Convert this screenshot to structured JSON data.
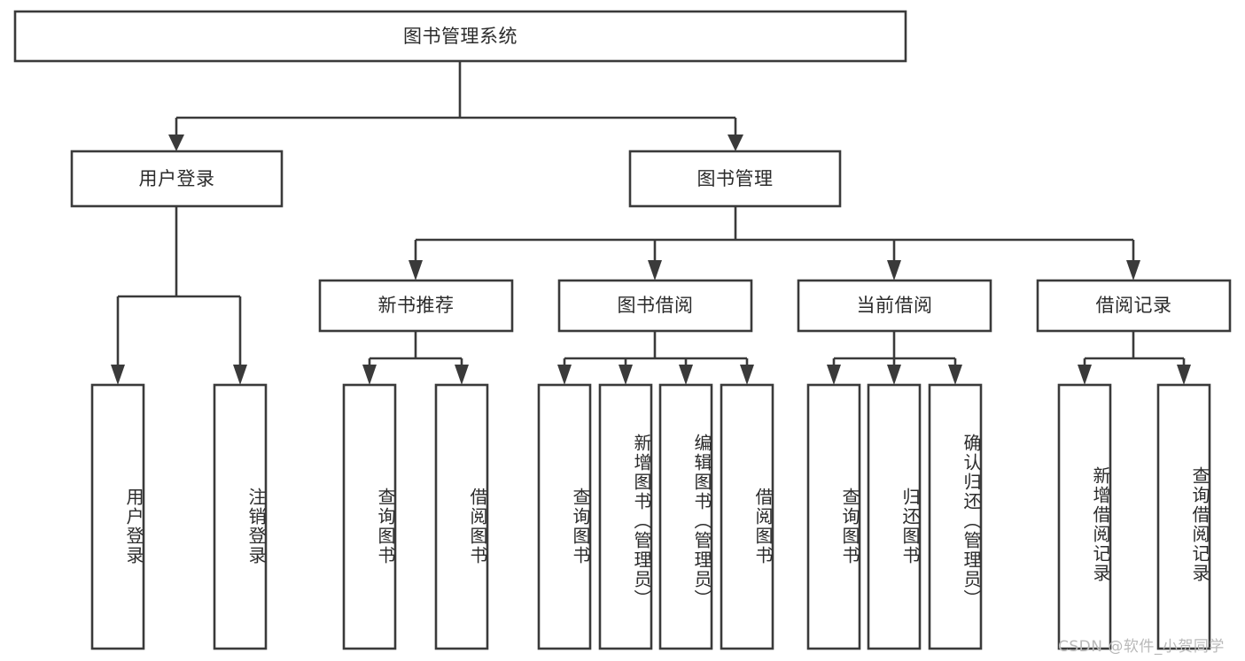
{
  "diagram": {
    "title_node": {
      "label": "图书管理系统"
    },
    "level2": [
      {
        "id": "user-login",
        "label": "用户登录"
      },
      {
        "id": "book-management",
        "label": "图书管理"
      }
    ],
    "level3": [
      {
        "id": "new-book-recommend",
        "label": "新书推荐"
      },
      {
        "id": "book-borrow",
        "label": "图书借阅"
      },
      {
        "id": "current-borrow",
        "label": "当前借阅"
      },
      {
        "id": "borrow-record",
        "label": "借阅记录"
      }
    ],
    "leaves": {
      "user_login": [
        {
          "id": "leaf-user-login",
          "label": "用户登录"
        },
        {
          "id": "leaf-logout-login",
          "label": "注销登录"
        }
      ],
      "new_book_recommend": [
        {
          "id": "leaf-query-book-1",
          "label": "查询图书"
        },
        {
          "id": "leaf-borrow-book-1",
          "label": "借阅图书"
        }
      ],
      "book_borrow": [
        {
          "id": "leaf-query-book-2",
          "label": "查询图书"
        },
        {
          "id": "leaf-add-book-admin",
          "label": "新增图书（管理员）"
        },
        {
          "id": "leaf-edit-book-admin",
          "label": "编辑图书（管理员）"
        },
        {
          "id": "leaf-borrow-book-2",
          "label": "借阅图书"
        }
      ],
      "current_borrow": [
        {
          "id": "leaf-query-book-3",
          "label": "查询图书"
        },
        {
          "id": "leaf-return-book",
          "label": "归还图书"
        },
        {
          "id": "leaf-confirm-return-admin",
          "label": "确认归还（管理员）"
        }
      ],
      "borrow_record": [
        {
          "id": "leaf-add-borrow-record",
          "label": "新增借阅记录"
        },
        {
          "id": "leaf-query-borrow-record",
          "label": "查询借阅记录"
        }
      ]
    }
  },
  "watermark": {
    "text": "CSDN @软件_小贺同学"
  },
  "colors": {
    "stroke": "#3a3a3a",
    "box_fill": "#ffffff",
    "text": "#2b2b2b",
    "watermark": "#b9b9b9",
    "background": "#ffffff"
  }
}
